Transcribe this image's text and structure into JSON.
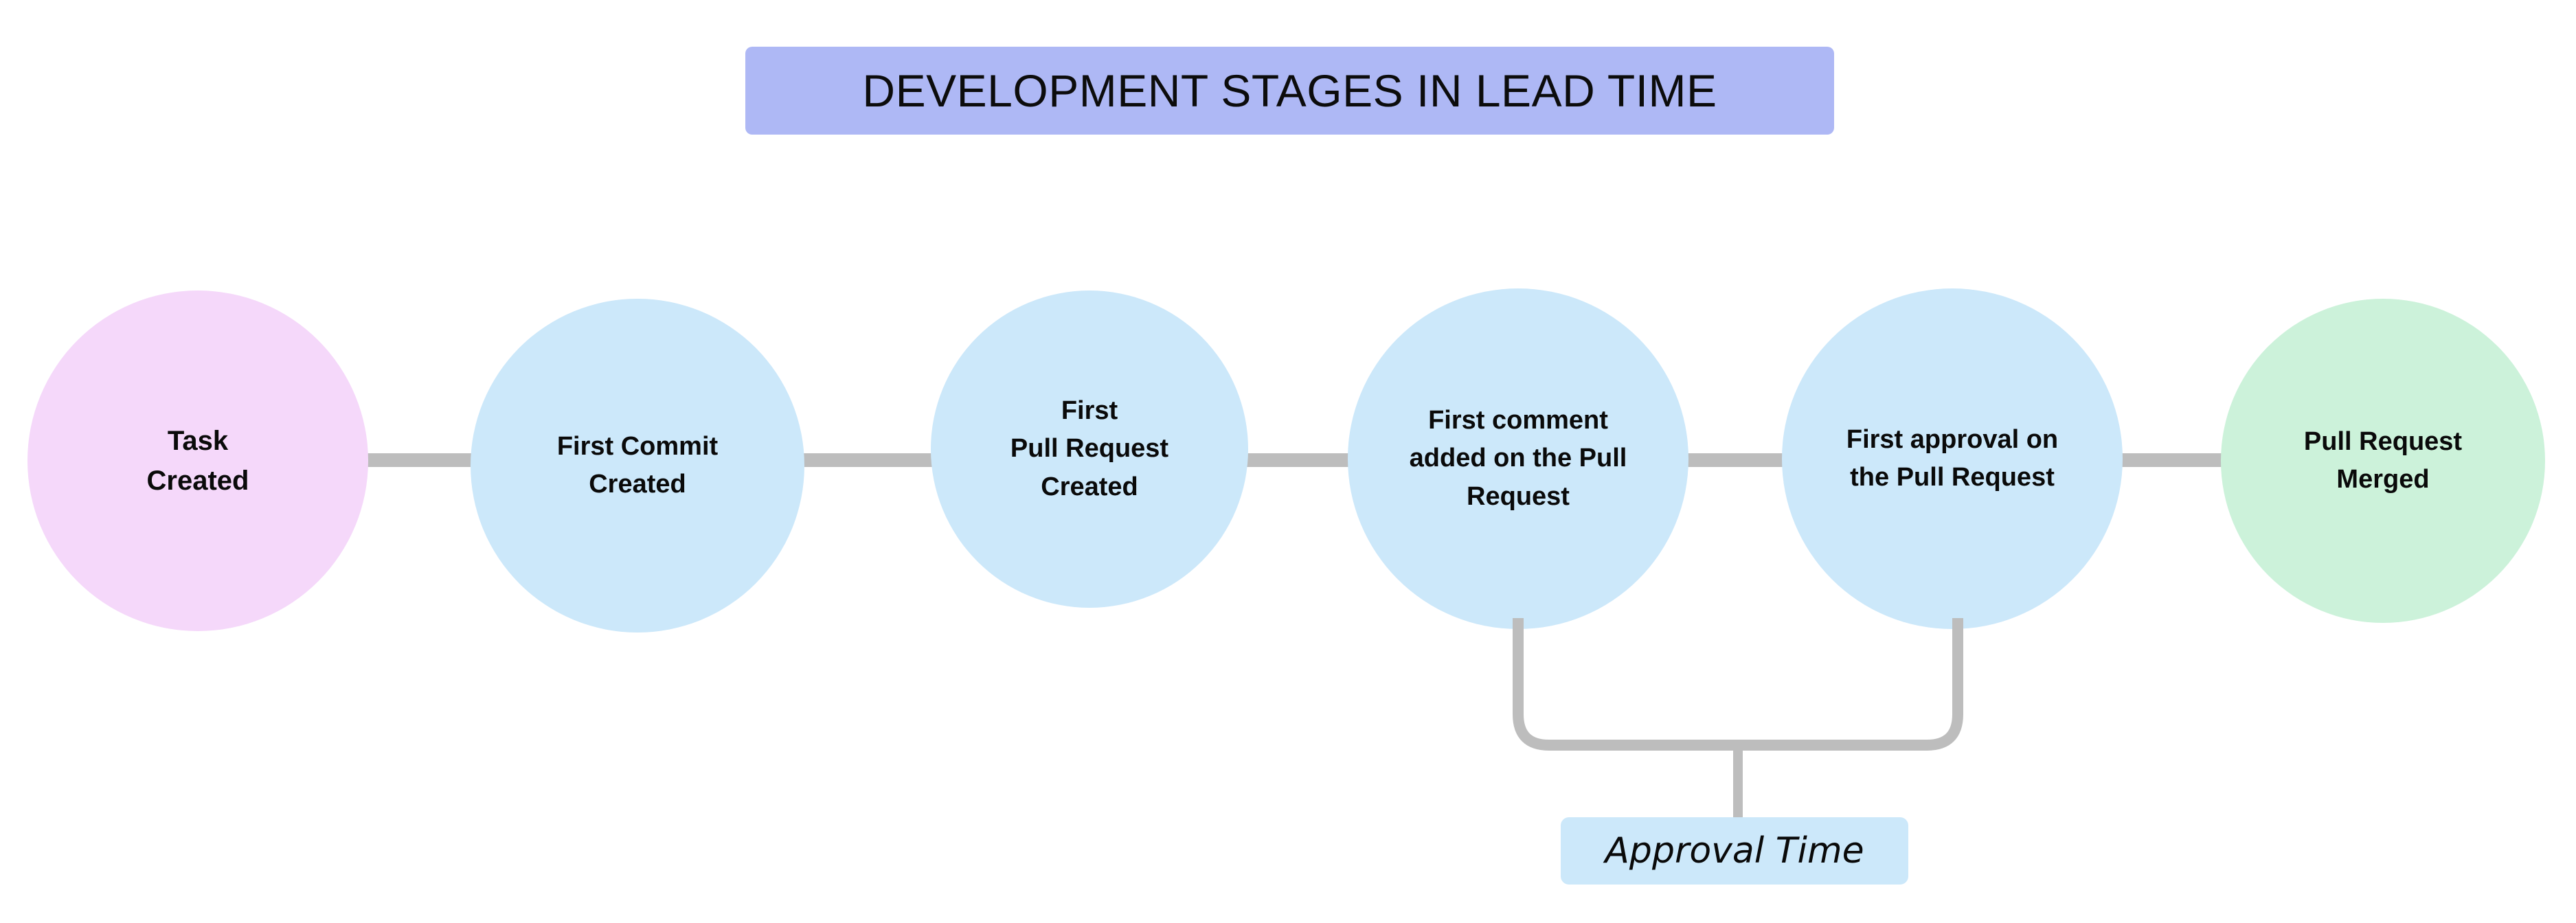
{
  "diagram": {
    "title": "DEVELOPMENT STAGES IN LEAD TIME",
    "background_color": "#ffffff",
    "title_banner_color": "#aeb8f5",
    "connector_color": "#bdbdbd",
    "stages": [
      {
        "id": "task-created",
        "label": "Task\nCreated",
        "color": "#f5d8fa"
      },
      {
        "id": "first-commit-created",
        "label": "First Commit\nCreated",
        "color": "#cce8fa"
      },
      {
        "id": "first-pull-request-created",
        "label": "First\nPull Request\nCreated",
        "color": "#cce8fa"
      },
      {
        "id": "first-comment-added",
        "label": "First comment\nadded on the Pull\nRequest",
        "color": "#cce8fa"
      },
      {
        "id": "first-approval",
        "label": "First approval on\nthe Pull Request",
        "color": "#cce8fa"
      },
      {
        "id": "pull-request-merged",
        "label": "Pull Request\nMerged",
        "color": "#ccf2da"
      }
    ],
    "annotation": {
      "label": "Approval Time",
      "color": "#cce8fa",
      "spans_from": "first-comment-added",
      "spans_to": "first-approval"
    }
  },
  "chart_data": {
    "type": "diagram",
    "title": "DEVELOPMENT STAGES IN LEAD TIME",
    "categories": [
      "Task Created",
      "First Commit Created",
      "First Pull Request Created",
      "First comment added on the Pull Request",
      "First approval on the Pull Request",
      "Pull Request Merged"
    ],
    "annotations": [
      {
        "text": "Approval Time",
        "from": "First comment added on the Pull Request",
        "to": "First approval on the Pull Request"
      }
    ]
  }
}
